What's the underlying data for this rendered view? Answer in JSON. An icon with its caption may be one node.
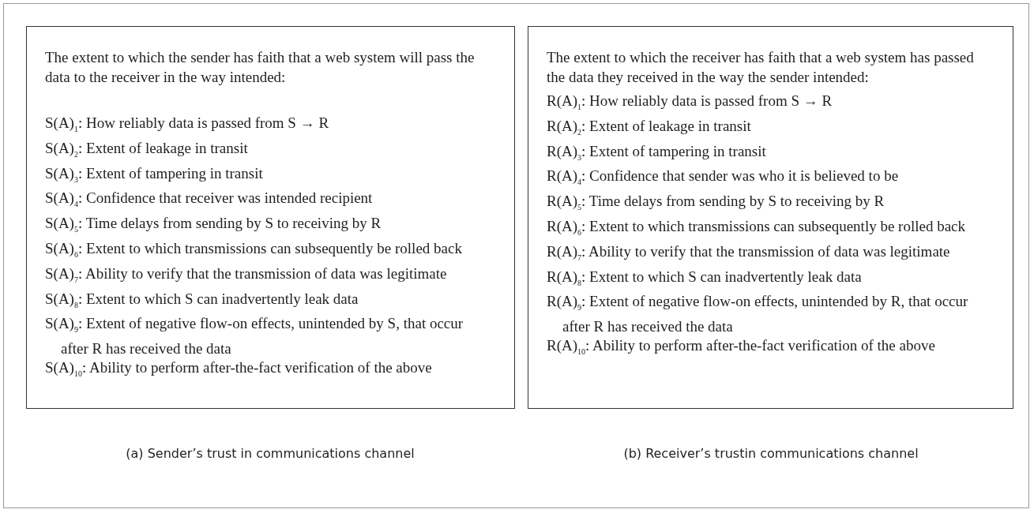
{
  "diagram": {
    "nodes": [
      {
        "text": [
          "The extent to which the sender has faith that a web system will pass the data to the receiver in the way intended:",
          "S(A)$_{1}$: How reliably data is passed from S → R",
          "S(A)$_{2}$: Extent of leakage in transit",
          "S(A)$_{3}$: Extent of tampering in transit",
          "S(A)$_{4}$: Confidence that receiver was intended recipient",
          "S(A)$_{5}$: Time delays from sending by S to receiving by R",
          "S(A)$_{6}$: Extent to which transmissions can subsequently be rolled back",
          "S(A)$_{7}$: Ability to verify that the transmission of data was legitimate",
          "S(A)$_{8}$: Extent to which S can inadvertently leak data",
          "S(A)$_{9}$: Extent of negative flow-on effects, unintended by S, that occur after R has received the data",
          "S(A)$_{10}$: Ability to perform after-the-fact verification of the above"
        ],
        "beside": [
          "(a) Sender’s trust in communications channel"
        ]
      },
      {
        "text": [
          "The extent to which the receiver has faith that a web system has passed the data they received in the way the sender intended:",
          "R(A)$_{1}$: How reliably data is passed from S → R",
          "R(A)$_{2}$: Extent of leakage in transit",
          "R(A)$_{3}$: Extent of tampering in transit",
          "R(A)$_{4}$: Confidence that sender was who it is believed to be",
          "R(A)$_{5}$: Time delays from sending by S to receiving by R",
          "R(A)$_{6}$: Extent to which transmissions can subsequently be rolled back",
          "R(A)$_{7}$: Ability to verify that the transmission of data was legitimate",
          "R(A)$_{8}$: Extent to which S can inadvertently leak data",
          "R(A)$_{9}$: Extent of negative flow-on effects, unintended by R, that occur after R has received the data",
          "R(A)$_{10}$: Ability to perform after-the-fact verification of the above"
        ],
        "beside": [
          "(b) Receiver’s trustin communications channel"
        ]
      }
    ]
  }
}
